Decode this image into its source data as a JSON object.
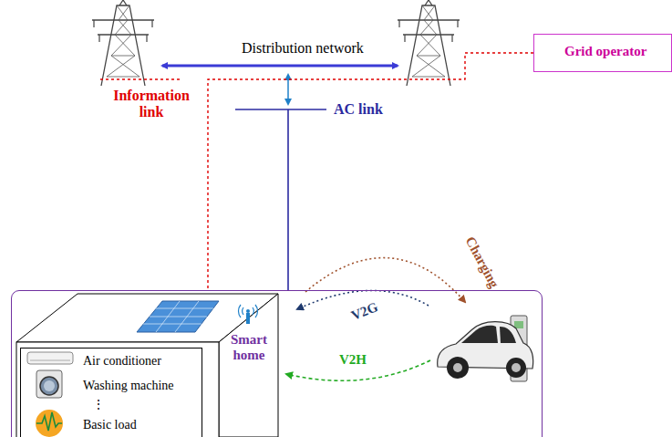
{
  "diagram": {
    "nodes": [
      {
        "text": [
          "Grid operator"
        ]
      },
      {
        "text": [
          "Smart home"
        ]
      },
      {
        "text": [
          "Air conditioner",
          "Washing machine",
          "⋮",
          "Basic load"
        ],
        "in": 1
      }
    ],
    "edges": [
      {
        "from": 0,
        "to": 1,
        "arrow": "none",
        "label": "Information link"
      }
    ],
    "labels": [
      "Distribution network",
      "AC link",
      "V2G",
      "Charging",
      "V2H"
    ]
  }
}
